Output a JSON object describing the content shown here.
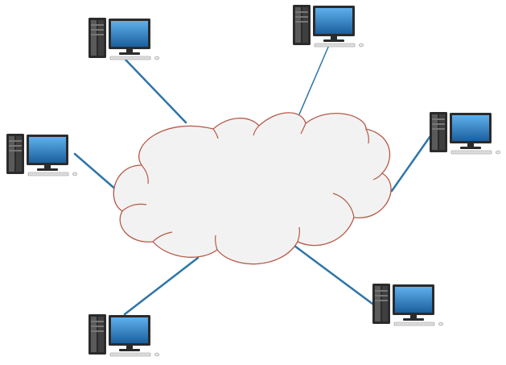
{
  "diagram": {
    "colors": {
      "background": "#ffffff",
      "link": "#2e75a8",
      "cloud_fill": "#f2f2f2",
      "cloud_stroke": "#b55a48",
      "screen_top": "#5fb0ec",
      "screen_bottom": "#1b5f9e",
      "device_dark": "#2b2b2b",
      "device_light": "#e6e6e6"
    },
    "network": {
      "name": "cloud",
      "icon": "cloud-icon"
    },
    "nodes": [
      {
        "name": "computer-top-left",
        "icon": "desktop-computer-icon",
        "link": "cloud"
      },
      {
        "name": "computer-top-right",
        "icon": "desktop-computer-icon",
        "link": "cloud"
      },
      {
        "name": "computer-middle-left",
        "icon": "desktop-computer-icon",
        "link": "cloud"
      },
      {
        "name": "computer-middle-right",
        "icon": "desktop-computer-icon",
        "link": "cloud"
      },
      {
        "name": "computer-bottom-left",
        "icon": "desktop-computer-icon",
        "link": "cloud"
      },
      {
        "name": "computer-bottom-right",
        "icon": "desktop-computer-icon",
        "link": "cloud"
      }
    ]
  }
}
